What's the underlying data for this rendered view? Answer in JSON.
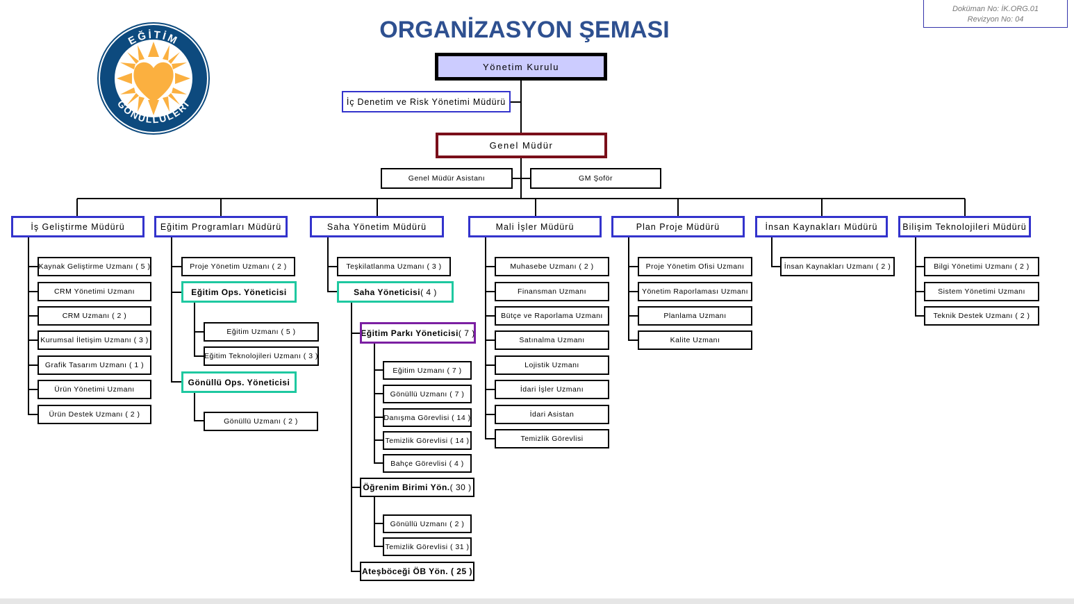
{
  "title": "ORGANİZASYON ŞEMASI",
  "document": {
    "doc_no": "Doküman No: İK.ORG.01",
    "revision": "Revizyon No: 04"
  },
  "logo": {
    "top_text": "EĞİTİM",
    "bottom_text": "GÖNÜLLÜLERİ",
    "colors": {
      "ring": "#0d4a7e",
      "sun": "#fbb040"
    }
  },
  "colors": {
    "manager_border": "#3333cc",
    "teal_border": "#1ec8a0",
    "purple_border": "#7b1fa2",
    "gm_border": "#7a0f1a",
    "board_fill": "#ccccff",
    "title": "#2e5090"
  },
  "top": {
    "board": "Yönetim Kurulu",
    "audit": "İç Denetim ve Risk Yönetimi Müdürü",
    "gm": "Genel Müdür",
    "gm_assistant": "Genel Müdür Asistanı",
    "gm_driver": "GM Şoför"
  },
  "departments": {
    "is": {
      "title": "İş Geliştirme Müdürü",
      "staff": [
        "Kaynak Geliştirme Uzmanı ( 5 )",
        "CRM Yönetimi Uzmanı",
        "CRM Uzmanı ( 2 )",
        "Kurumsal İletişim Uzmanı ( 3 )",
        "Grafik Tasarım Uzmanı ( 1 )",
        "Ürün Yönetimi Uzmanı",
        "Ürün Destek Uzmanı ( 2 )"
      ]
    },
    "egitim": {
      "title": "Eğitim Programları Müdürü",
      "staff": [
        "Proje Yönetim Uzmanı ( 2 )"
      ],
      "ops": {
        "label": "Eğitim Ops. Yöneticisi",
        "staff": [
          "Eğitim Uzmanı ( 5 )",
          "Eğitim Teknolojileri Uzmanı ( 3 )"
        ]
      },
      "gonullu": {
        "label": "Gönüllü Ops. Yöneticisi",
        "staff": [
          "Gönüllü Uzmanı ( 2 )"
        ]
      }
    },
    "saha": {
      "title": "Saha Yönetim Müdürü",
      "staff": [
        "Teşkilatlanma Uzmanı ( 3 )"
      ],
      "yonetici": {
        "label": "Saha Yöneticisi",
        "count": " ( 4 )"
      },
      "park": {
        "label": "Eğitim Parkı Yöneticisi",
        "count": " ( 7 )",
        "staff": [
          "Eğitim Uzmanı ( 7 )",
          "Gönüllü Uzmanı ( 7 )",
          "Danışma Görevlisi ( 14 )",
          "Temizlik Görevlisi ( 14 )",
          "Bahçe Görevlisi ( 4 )"
        ]
      },
      "ogrenim": {
        "label": "Öğrenim Birimi Yön.",
        "count": " ( 30 )",
        "staff": [
          "Gönüllü Uzmanı ( 2 )",
          "Temizlik Görevlisi ( 31 )"
        ]
      },
      "atesbocegi": {
        "label": "Ateşböceği ÖB Yön. ( 25 )"
      }
    },
    "mali": {
      "title": "Mali İşler Müdürü",
      "staff": [
        "Muhasebe Uzmanı ( 2 )",
        "Finansman Uzmanı",
        "Bütçe ve Raporlama Uzmanı",
        "Satınalma Uzmanı",
        "Lojistik Uzmanı",
        "İdari İşler Uzmanı",
        "İdari Asistan",
        "Temizlik Görevlisi"
      ]
    },
    "plan": {
      "title": "Plan Proje Müdürü",
      "staff": [
        "Proje Yönetim Ofisi Uzmanı",
        "Yönetim Raporlaması Uzmanı",
        "Planlama Uzmanı",
        "Kalite Uzmanı"
      ]
    },
    "ik": {
      "title": "İnsan Kaynakları Müdürü",
      "staff": [
        "İnsan Kaynakları Uzmanı ( 2 )"
      ]
    },
    "bt": {
      "title": "Bilişim Teknolojileri Müdürü",
      "staff": [
        "Bilgi Yönetimi Uzmanı ( 2 )",
        "Sistem Yönetimi Uzmanı",
        "Teknik Destek Uzmanı ( 2 )"
      ]
    }
  }
}
